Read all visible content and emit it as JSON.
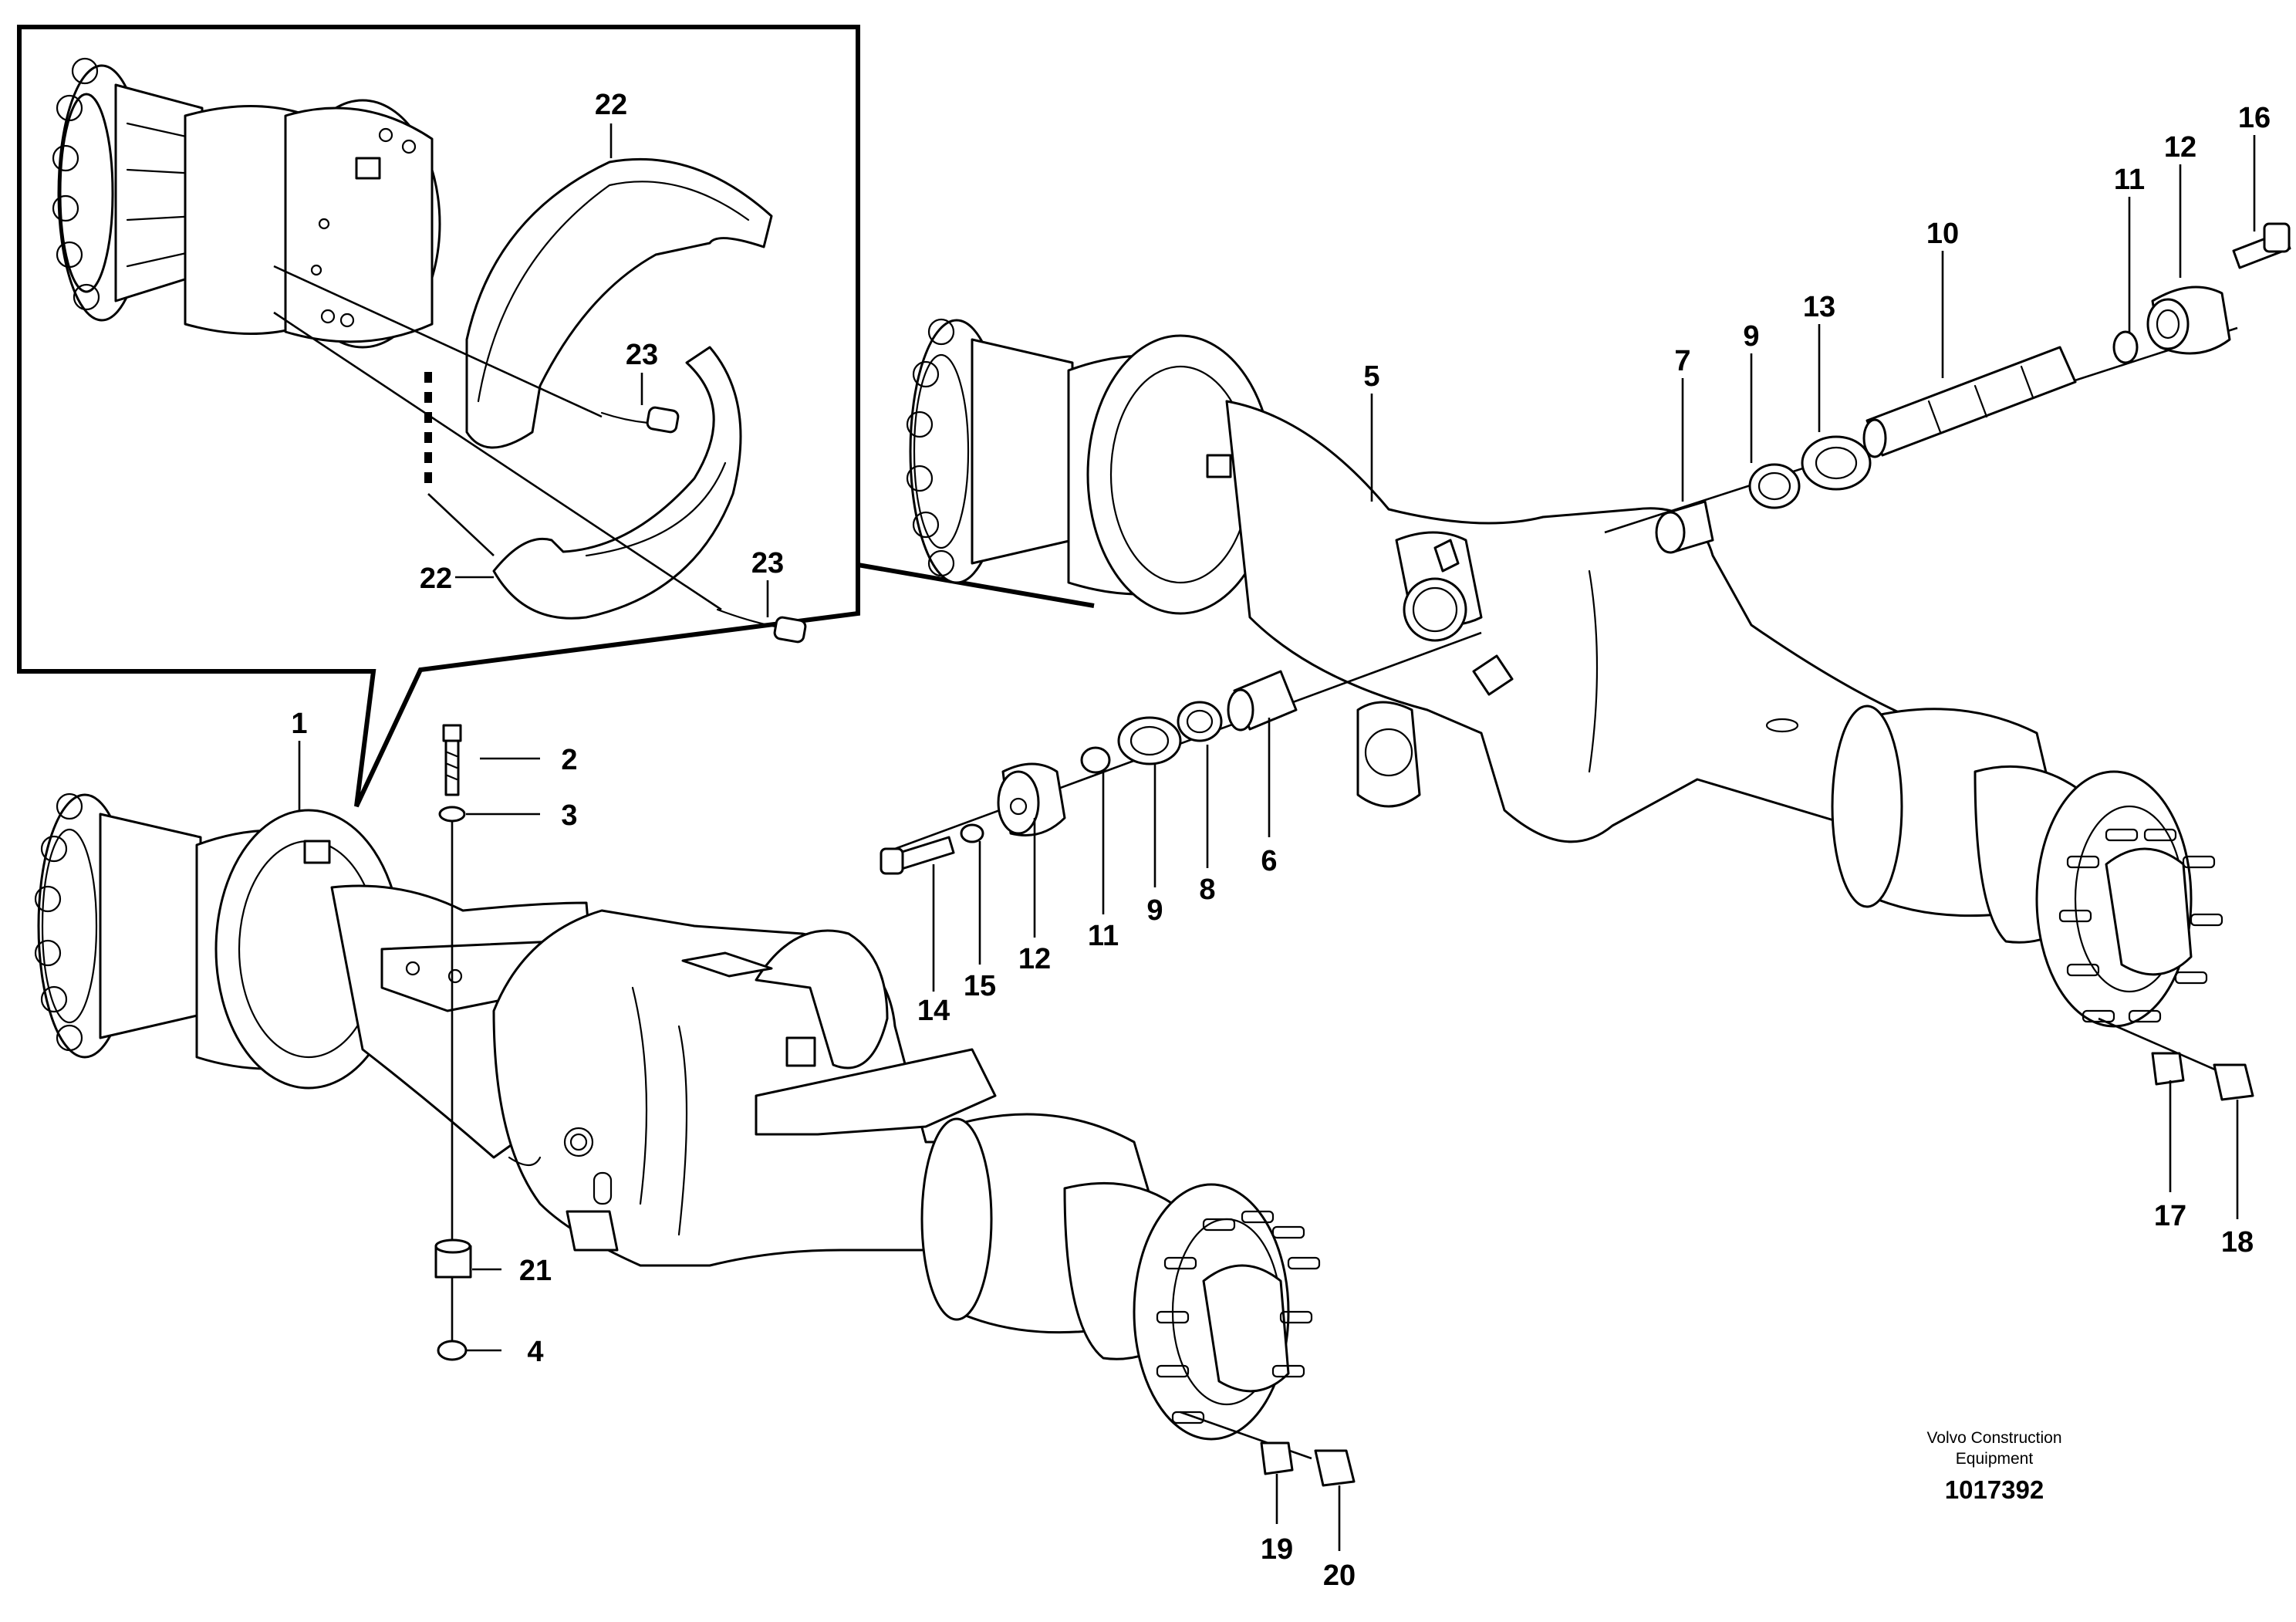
{
  "callouts": [
    {
      "id": "22",
      "name": "callout-22-upper"
    },
    {
      "id": "23",
      "name": "callout-23-upper"
    },
    {
      "id": "22",
      "name": "callout-22-lower"
    },
    {
      "id": "23",
      "name": "callout-23-lower"
    },
    {
      "id": "1",
      "name": "callout-1"
    },
    {
      "id": "2",
      "name": "callout-2"
    },
    {
      "id": "3",
      "name": "callout-3"
    },
    {
      "id": "21",
      "name": "callout-21"
    },
    {
      "id": "4",
      "name": "callout-4"
    },
    {
      "id": "5",
      "name": "callout-5"
    },
    {
      "id": "7",
      "name": "callout-7"
    },
    {
      "id": "9",
      "name": "callout-9-upper"
    },
    {
      "id": "13",
      "name": "callout-13"
    },
    {
      "id": "10",
      "name": "callout-10"
    },
    {
      "id": "11",
      "name": "callout-11-upper"
    },
    {
      "id": "12",
      "name": "callout-12-upper"
    },
    {
      "id": "16",
      "name": "callout-16"
    },
    {
      "id": "14",
      "name": "callout-14"
    },
    {
      "id": "15",
      "name": "callout-15"
    },
    {
      "id": "12",
      "name": "callout-12-lower"
    },
    {
      "id": "11",
      "name": "callout-11-lower"
    },
    {
      "id": "9",
      "name": "callout-9-lower"
    },
    {
      "id": "8",
      "name": "callout-8"
    },
    {
      "id": "6",
      "name": "callout-6"
    },
    {
      "id": "17",
      "name": "callout-17"
    },
    {
      "id": "18",
      "name": "callout-18"
    },
    {
      "id": "19",
      "name": "callout-19"
    },
    {
      "id": "20",
      "name": "callout-20"
    }
  ],
  "footer": {
    "brand_line1": "Volvo Construction",
    "brand_line2": "Equipment",
    "doc_number": "1017392"
  }
}
